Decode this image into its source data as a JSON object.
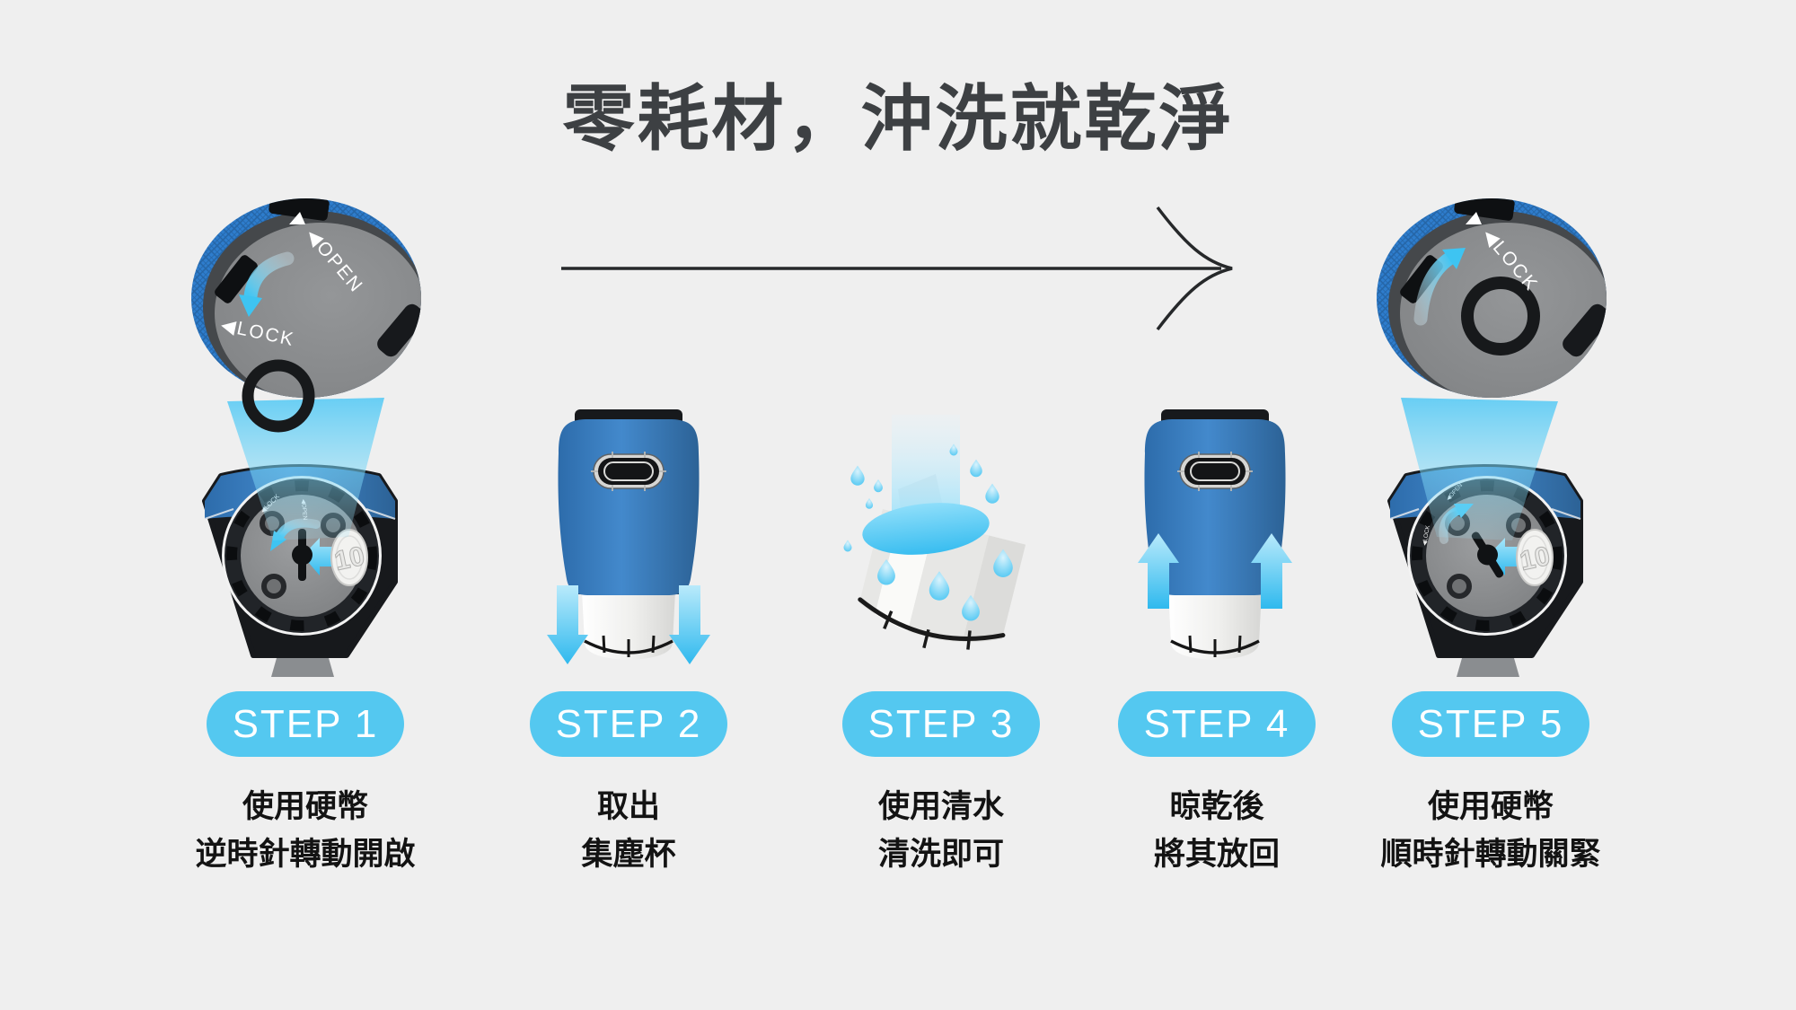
{
  "title": "零耗材，沖洗就乾淨",
  "dial": {
    "open_label": "◀OPEN",
    "lock_label": "◀LOCK",
    "coin_value": "10"
  },
  "steps": [
    {
      "label": "STEP 1",
      "caption": [
        "使用硬幣",
        "逆時針轉動開啟"
      ]
    },
    {
      "label": "STEP 2",
      "caption": [
        "取出",
        "集塵杯"
      ]
    },
    {
      "label": "STEP 3",
      "caption": [
        "使用清水",
        "清洗即可"
      ]
    },
    {
      "label": "STEP 4",
      "caption": [
        "晾乾後",
        "將其放回"
      ]
    },
    {
      "label": "STEP 5",
      "caption": [
        "使用硬幣",
        "順時針轉動關緊"
      ]
    }
  ],
  "colors": {
    "background": "#efefef",
    "accent_blue": "#54c8f0",
    "device_blue": "#3a7ec4",
    "arrow_cyan": "#3ec4f2",
    "title_text": "#3d4043",
    "caption_text": "#131313"
  }
}
